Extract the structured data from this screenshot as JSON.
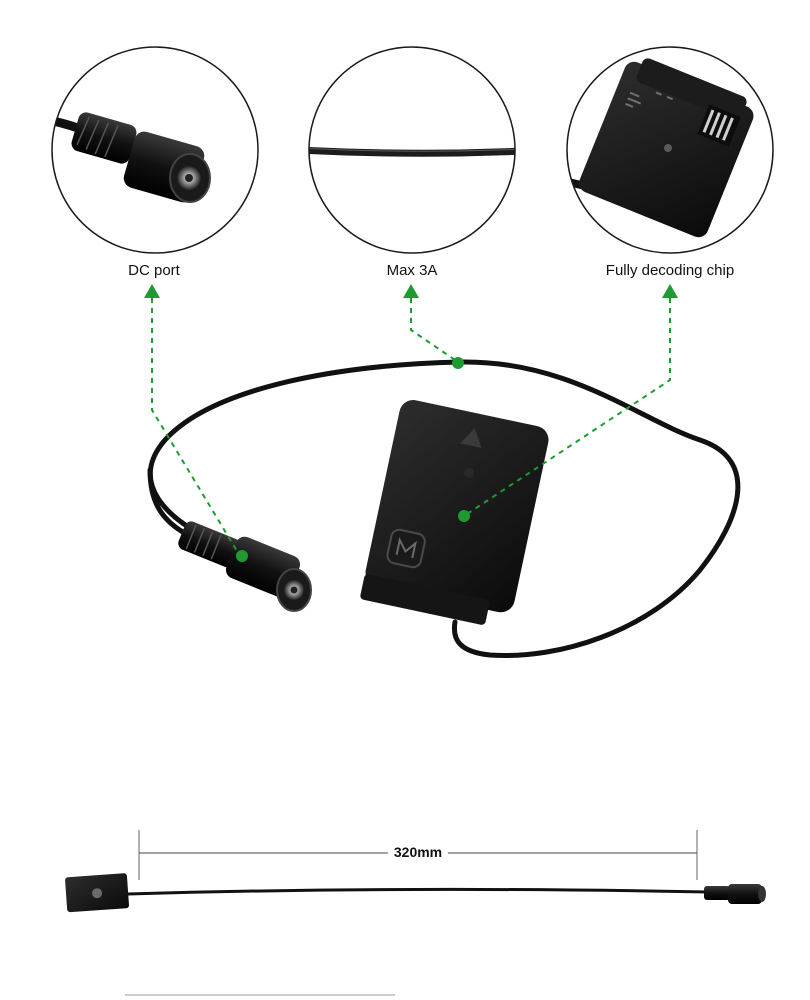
{
  "callouts": [
    {
      "label": "DC port"
    },
    {
      "label": "Max 3A"
    },
    {
      "label": "Fully decoding chip"
    }
  ],
  "measurement": {
    "label": "320mm"
  },
  "colors": {
    "accent": "#1f9a33",
    "cable": "#111111",
    "circle_border": "#1a1a1a"
  },
  "icons": {
    "battery_logo": "M-logo"
  }
}
